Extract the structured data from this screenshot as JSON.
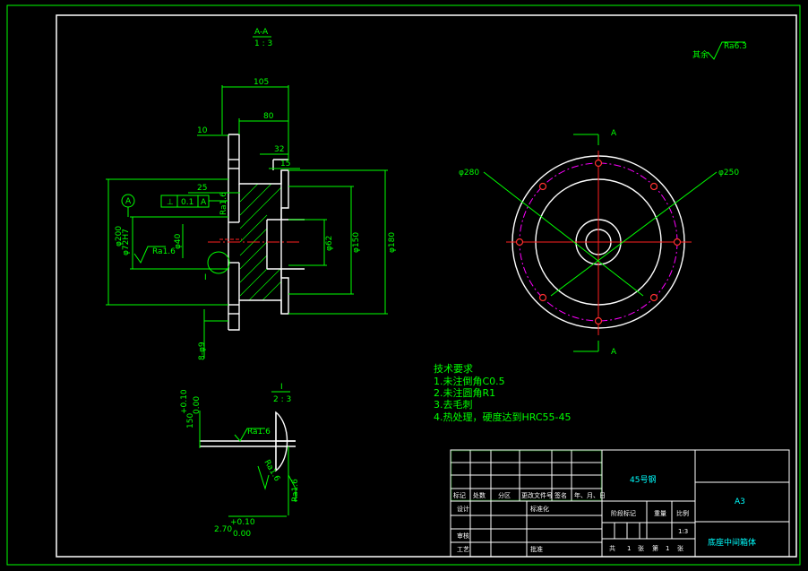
{
  "section_view": {
    "label": "A-A",
    "scale": "1 : 3"
  },
  "surface_finish_global": {
    "prefix": "其余",
    "value": "Ra6.3"
  },
  "dimensions": {
    "d105": "105",
    "d80": "80",
    "d10": "10",
    "d32": "32",
    "d15": "15",
    "d25": "25",
    "phi200": "φ200",
    "phi72H7": "φ72H7",
    "phi40": "φ40",
    "phi62": "φ62",
    "phi150": "φ150",
    "phi180": "φ180",
    "holes": "8-φ9",
    "ra16_bore": "Ra1.6"
  },
  "datum": {
    "label": "A",
    "tolerance_symbol": "⊥",
    "tolerance": "0.1",
    "ref": "A"
  },
  "detail_marker": "I",
  "front_view": {
    "phi280": "φ280",
    "phi250": "φ250",
    "cut_top": "A",
    "cut_bottom": "A"
  },
  "detail_view": {
    "label": "I",
    "scale": "2 : 3",
    "dim_150": "150",
    "dim_150_tol_up": "+0.10",
    "dim_150_tol_down": "0.00",
    "ra_top": "Ra1.6",
    "ra_mid": "Ra1.6",
    "ra_right": "Ra1.6",
    "dim_270": "2.70",
    "dim_270_tol_up": "+0.10",
    "dim_270_tol_down": "0.00"
  },
  "tech_requirements": {
    "title": "技术要求",
    "items": [
      "1.未注倒角C0.5",
      "2.未注圆角R1",
      "3.去毛刺",
      "4.热处理，硬度达到HRC55-45"
    ]
  },
  "title_block": {
    "material": "45号钢",
    "size": "A3",
    "part_name": "底座中间箱体",
    "row_labels": [
      "标记",
      "处数",
      "分区",
      "更改文件号",
      "签名",
      "年、月、日"
    ],
    "designer": "设计",
    "standardize": "标准化",
    "stage_mark": "阶段标记",
    "weight": "重量",
    "scale_label": "比例",
    "scale_value": "1:3",
    "reviewer": "审核",
    "process": "工艺",
    "approve": "批准",
    "total_sheets": "共",
    "total_num": "1",
    "sheet_label": "张",
    "sheet_no_label": "第",
    "sheet_num": "1",
    "sheet_suffix": "张"
  }
}
